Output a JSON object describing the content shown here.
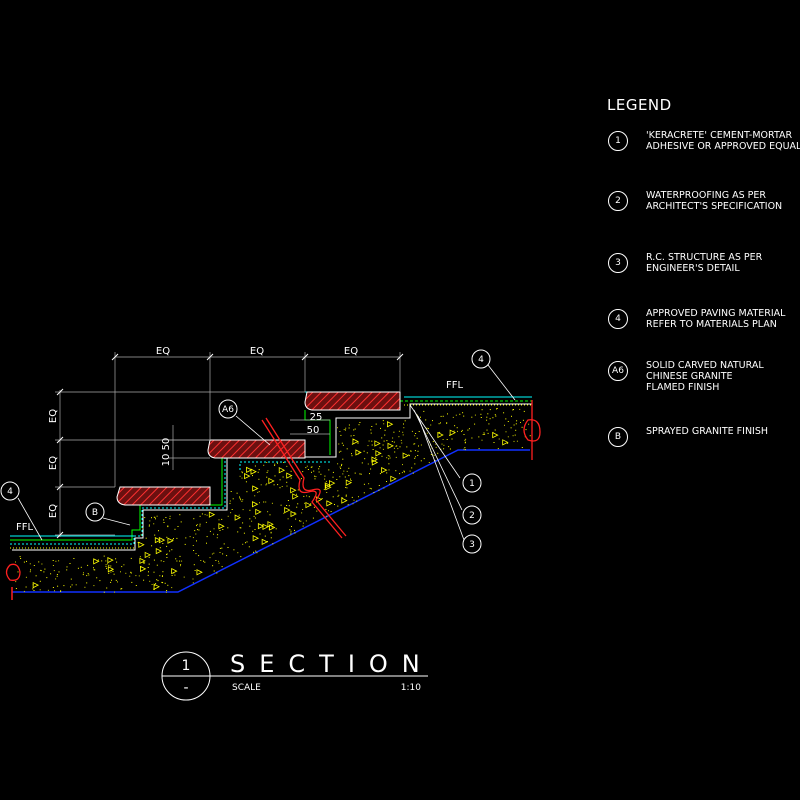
{
  "legend": {
    "title": "LEGEND",
    "items": [
      {
        "tag": "1",
        "text": "'KERACRETE' CEMENT-MORTAR\nADHESIVE OR APPROVED EQUAL"
      },
      {
        "tag": "2",
        "text": "WATERPROOFING AS PER\nARCHITECT'S SPECIFICATION"
      },
      {
        "tag": "3",
        "text": "R.C. STRUCTURE AS PER\nENGINEER'S DETAIL"
      },
      {
        "tag": "4",
        "text": "APPROVED PAVING MATERIAL\nREFER TO MATERIALS PLAN"
      },
      {
        "tag": "A6",
        "text": "SOLID CARVED NATURAL\nCHINESE GRANITE\nFLAMED FINISH"
      },
      {
        "tag": "B",
        "text": "SPRAYED GRANITE FINISH"
      }
    ]
  },
  "drawing": {
    "dim_eq": "EQ",
    "dim_1050": "10 50",
    "dim_25": "25",
    "dim_50": "50",
    "ffl": "FFL",
    "tags": {
      "t4": "4",
      "ta6": "A6",
      "tb": "B",
      "t1": "1",
      "t2": "2",
      "t3": "3"
    }
  },
  "title_block": {
    "number": "1",
    "sub": "-",
    "title": "SECTION",
    "scale_label": "SCALE",
    "scale_value": "1:10"
  },
  "colors": {
    "concrete_outline": "#ffffff",
    "blue_line": "#1030ff",
    "yellow": "#ffff00",
    "green": "#00ff00",
    "cyan": "#00ffff",
    "red": "#ff2020"
  }
}
